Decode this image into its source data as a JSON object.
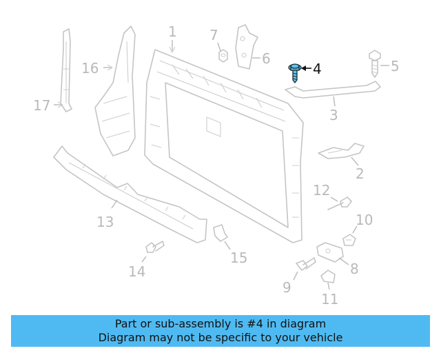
{
  "diagram": {
    "highlighted_part": "4",
    "highlight_color": "#5fc6ee",
    "callouts": [
      "1",
      "2",
      "3",
      "4",
      "5",
      "6",
      "7",
      "8",
      "9",
      "10",
      "11",
      "12",
      "13",
      "14",
      "15",
      "16",
      "17"
    ]
  },
  "banner": {
    "line1": "Part or sub-assembly is #4 in diagram",
    "line2": "Diagram may not be specific to your vehicle",
    "background": "#4fbaf2"
  }
}
